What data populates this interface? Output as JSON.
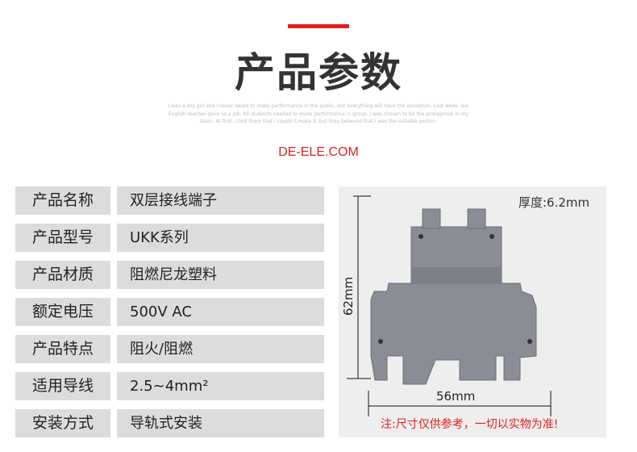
{
  "header": {
    "title": "产品参数",
    "blurb": "I was a shy girl and I never dared to make performance in the public, but everything will have the exception. Last week, our English teacher gave us a job. All students needed to make performance in group. I was chosen to be the protagonist in my team. At first, I told them that I couldn't make it, but they believed that I was the suitable person.",
    "brand": "DE-ELE.COM",
    "accent_color": "#e0201e"
  },
  "specs": [
    {
      "label": "产品名称",
      "value": "双层接线端子"
    },
    {
      "label": "产品型号",
      "value": "UKK系列"
    },
    {
      "label": "产品材质",
      "value": "阻燃尼龙塑料"
    },
    {
      "label": "额定电压",
      "value": "500V AC"
    },
    {
      "label": "产品特点",
      "value": "阻火/阻燃"
    },
    {
      "label": "适用导线",
      "value": "2.5~4mm²"
    },
    {
      "label": "安装方式",
      "value": "导轨式安装"
    }
  ],
  "product_image": {
    "thickness": "厚度:6.2mm",
    "height": "62mm",
    "width": "56mm",
    "note": "注:尺寸仅供参考，一切以实物为准!"
  }
}
